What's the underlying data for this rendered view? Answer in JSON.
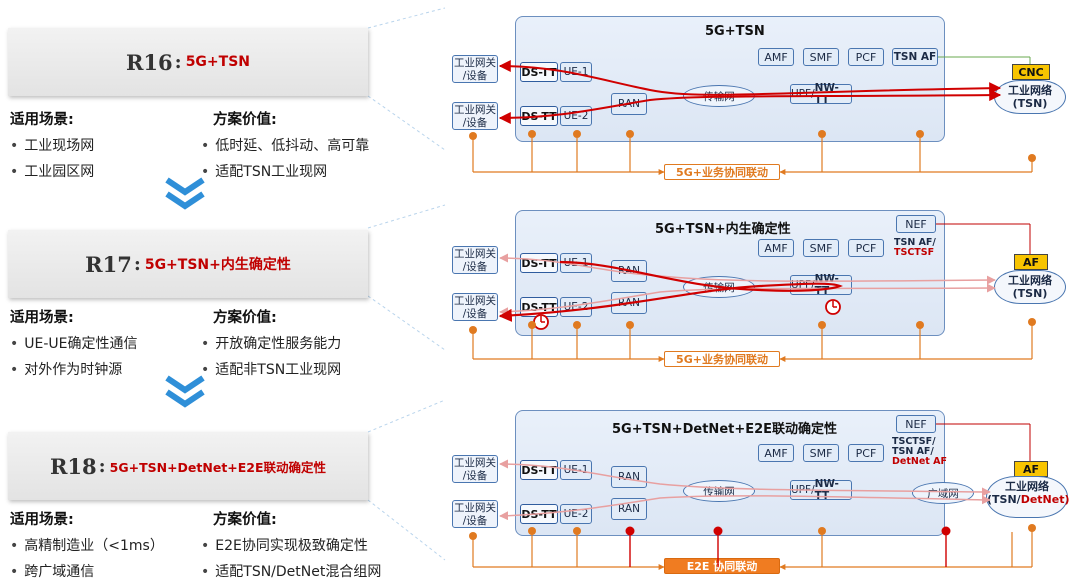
{
  "releases": [
    {
      "id": "R16",
      "sep": ":",
      "title": "5G+TSN",
      "scenario_title": "适用场景:",
      "scenarios": [
        "工业现场网",
        "工业园区网"
      ],
      "value_title": "方案价值:",
      "values": [
        "低时延、低抖动、高可靠",
        "适配TSN工业现网"
      ]
    },
    {
      "id": "R17",
      "sep": ":",
      "title": "5G+TSN+内生确定性",
      "scenario_title": "适用场景:",
      "scenarios": [
        "UE-UE确定性通信",
        "对外作为时钟源"
      ],
      "value_title": "方案价值:",
      "values": [
        "开放确定性服务能力",
        "适配非TSN工业现网"
      ]
    },
    {
      "id": "R18",
      "sep": ":",
      "title": "5G+TSN+DetNet+E2E联动确定性",
      "scenario_title": "适用场景:",
      "scenarios": [
        "高精制造业（<1ms）",
        "跨广域通信"
      ],
      "value_title": "方案价值:",
      "values": [
        "E2E协同实现极致确定性",
        "适配TSN/DetNet混合组网"
      ]
    }
  ],
  "bullet_glyph": "•",
  "diagrams": [
    {
      "title": "5G+TSN",
      "nfs": [
        "AMF",
        "SMF",
        "PCF",
        "TSN AF"
      ],
      "devices": [
        "工业网关/设备",
        "工业网关/设备"
      ],
      "dstt": "DS-TT",
      "ue": [
        "UE-1",
        "UE-2"
      ],
      "ran": "RAN",
      "transport": "传输网",
      "upf": "UPF",
      "nwtt": "NW-TT",
      "controller": "CNC",
      "industrial_net": [
        "工业网络",
        "(TSN)"
      ],
      "bus": "5G+业务协同联动"
    },
    {
      "title": "5G+TSN+内生确定性",
      "nef": "NEF",
      "nfs": [
        "AMF",
        "SMF",
        "PCF"
      ],
      "side": [
        "TSN AF/",
        "TSCTSF"
      ],
      "devices": [
        "工业网关/设备",
        "工业网关/设备"
      ],
      "dstt": "DS-TT",
      "ue": [
        "UE-1",
        "UE-2"
      ],
      "ran": "RAN",
      "transport": "传输网",
      "upf": "UPF",
      "nwtt": "NW-TT",
      "controller": "AF",
      "industrial_net": [
        "工业网络",
        "(TSN)"
      ],
      "bus": "5G+业务协同联动"
    },
    {
      "title": "5G+TSN+DetNet+E2E联动确定性",
      "nef": "NEF",
      "nfs": [
        "AMF",
        "SMF",
        "PCF"
      ],
      "side": [
        "TSCTSF/",
        "TSN AF/",
        "DetNet AF"
      ],
      "devices": [
        "工业网关/设备",
        "工业网关/设备"
      ],
      "dstt": "DS-TT",
      "ue": [
        "UE-1",
        "UE-2"
      ],
      "ran": "RAN",
      "transport": "传输网",
      "upf": "UPF",
      "nwtt": "NW-TT",
      "wan": "广域网",
      "controller": "AF",
      "industrial_net": [
        "工业网络",
        "(TSN/",
        "DetNet)"
      ],
      "bus": "E2E 协同联动"
    }
  ],
  "colors": {
    "accent_red": "#c00000",
    "orange": "#e07a20",
    "frame_blue": "#6c8fbf",
    "chevron_blue": "#2f8fd8",
    "yellow": "#f8c400"
  }
}
